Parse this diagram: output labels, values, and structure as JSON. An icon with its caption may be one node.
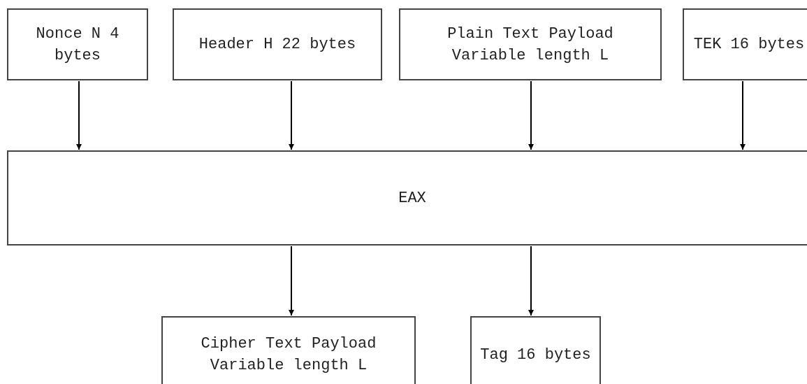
{
  "diagram": {
    "nodes": [
      {
        "text": [
          "Nonce N 4 bytes"
        ]
      },
      {
        "text": [
          "Header H 22 bytes"
        ]
      },
      {
        "text": [
          "Plain Text Payload Variable length L"
        ]
      },
      {
        "text": [
          "TEK 16 bytes"
        ]
      },
      {
        "text": [
          "EAX"
        ]
      },
      {
        "text": [
          "Cipher Text Payload Variable length L"
        ]
      },
      {
        "text": [
          "Tag 16 bytes"
        ]
      }
    ],
    "edges": [
      {
        "from": 0,
        "to": 4,
        "arrow": "to"
      },
      {
        "from": 1,
        "to": 4,
        "arrow": "to"
      },
      {
        "from": 2,
        "to": 4,
        "arrow": "to"
      },
      {
        "from": 3,
        "to": 4,
        "arrow": "to"
      },
      {
        "from": 4,
        "to": 5,
        "arrow": "to"
      },
      {
        "from": 4,
        "to": 6,
        "arrow": "to"
      }
    ]
  }
}
